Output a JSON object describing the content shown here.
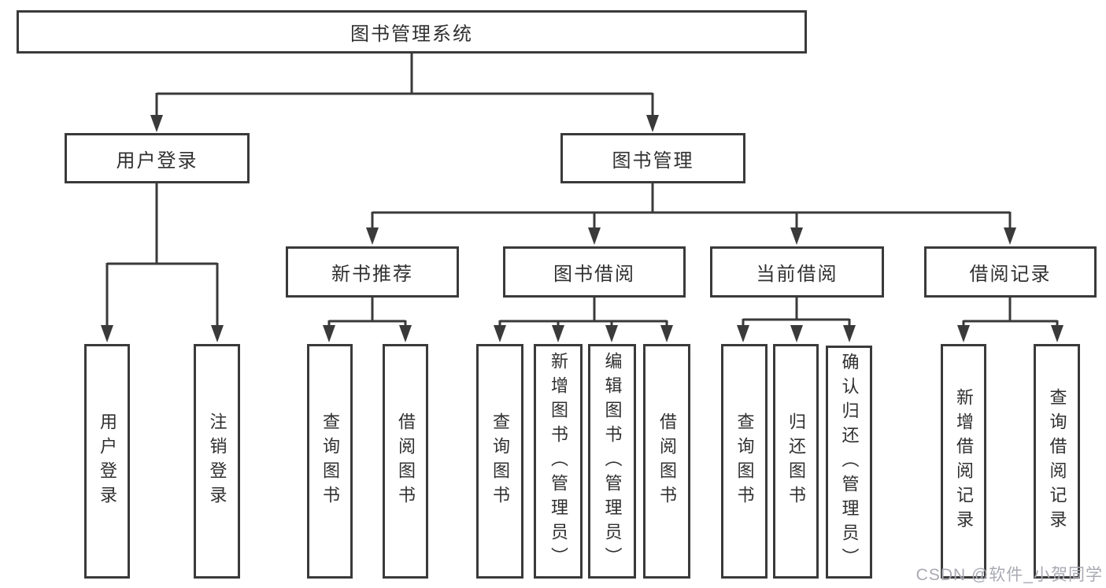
{
  "colors": {
    "line": "#3a3a3a",
    "text": "#303030",
    "background": "#ffffff",
    "watermark": "#a9aab3"
  },
  "watermark": {
    "text": "CSDN @软件_小贺同学"
  },
  "nodes": {
    "root": {
      "label": "图书管理系统"
    },
    "user_login": {
      "label": "用户登录"
    },
    "book_management": {
      "label": "图书管理"
    },
    "new_book_recommend": {
      "label": "新书推荐"
    },
    "book_borrowing": {
      "label": "图书借阅"
    },
    "current_borrowing": {
      "label": "当前借阅"
    },
    "borrowing_records": {
      "label": "借阅记录"
    },
    "leaf_user_login": {
      "label": "用户登录"
    },
    "leaf_logout": {
      "label": "注销登录"
    },
    "leaf_query_books_recommend": {
      "label": "查询图书"
    },
    "leaf_borrow_books_recommend": {
      "label": "借阅图书"
    },
    "leaf_query_books_borrowing": {
      "label": "查询图书"
    },
    "leaf_add_books_admin": {
      "label": "新增图书（管理员）"
    },
    "leaf_edit_books_admin": {
      "label": "编辑图书（管理员）"
    },
    "leaf_borrow_books_borrowing": {
      "label": "借阅图书"
    },
    "leaf_query_books_current": {
      "label": "查询图书"
    },
    "leaf_return_books": {
      "label": "归还图书"
    },
    "leaf_confirm_return_admin": {
      "label": "确认归还（管理员）"
    },
    "leaf_add_borrow_record": {
      "label": "新增借阅记录"
    },
    "leaf_query_borrow_record": {
      "label": "查询借阅记录"
    }
  }
}
